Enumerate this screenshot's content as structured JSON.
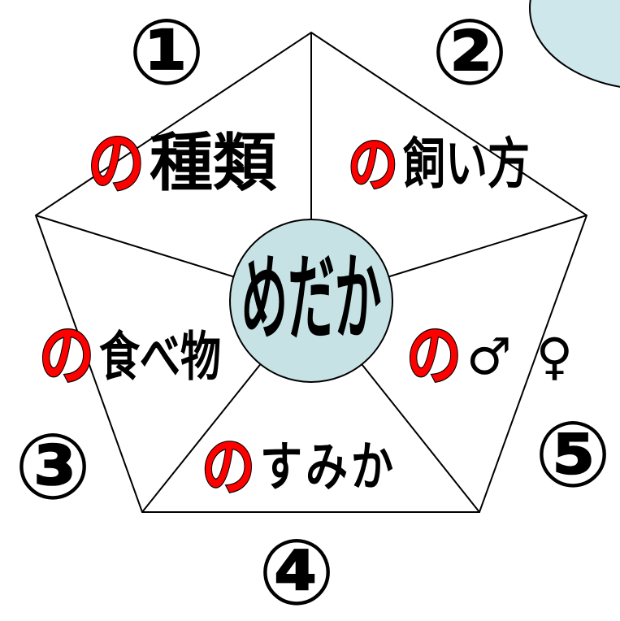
{
  "diagram": {
    "center_label": "めだか",
    "segments": [
      {
        "number": "①",
        "particle": "の",
        "label": "種類"
      },
      {
        "number": "②",
        "particle": "の",
        "label": "飼い方"
      },
      {
        "number": "③",
        "particle": "の",
        "label": "食べ物"
      },
      {
        "number": "④",
        "particle": "の",
        "label": "すみか"
      },
      {
        "number": "⑤",
        "particle": "の",
        "label": "♂♀"
      }
    ]
  },
  "colors": {
    "particle": "#ff0000",
    "center_circle": "#c6e2e5",
    "bubble": "#cde7ea",
    "outline": "#000000"
  }
}
